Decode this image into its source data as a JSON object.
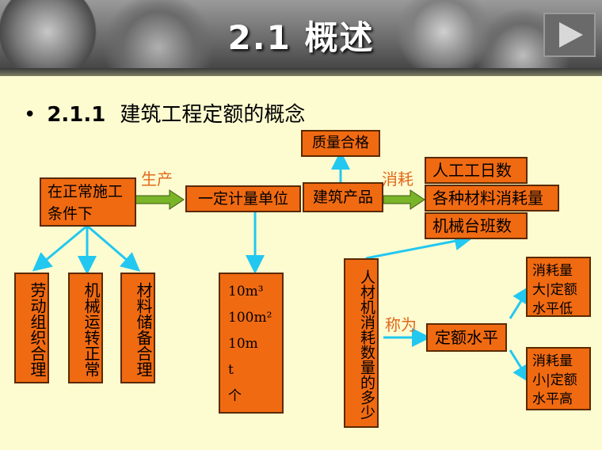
{
  "header": {
    "title": "2.1  概述"
  },
  "subtitle": {
    "bullet": "•",
    "number": "2.1.1",
    "text": "建筑工程定额的概念"
  },
  "boxes": {
    "condition": "在正常施工条件下",
    "unit": "一定计量单位",
    "product": "建筑产品",
    "quality": "质量合格",
    "labor_day": "人工工日数",
    "material": "各种材料消耗量",
    "machine_shift": "机械台班数",
    "labor_org": "劳动组织合理",
    "machine_op": "机械运转正常",
    "material_store": "材料储备合理",
    "units_list": [
      "10m³",
      "100m²",
      "10m",
      "t",
      "个"
    ],
    "consumption": "人材机消耗数量的多少",
    "quota_level": "定额水平",
    "low": "消耗量大|定额水平低",
    "high": "消耗量小|定额水平高"
  },
  "labels": {
    "produce": "生产",
    "consume": "消耗",
    "called": "称为"
  },
  "colors": {
    "box_fill": "#f06a12",
    "arrow_cyan": "#22c8f0",
    "arrow_green": "#7ab428",
    "background": "#fdfbd0"
  }
}
